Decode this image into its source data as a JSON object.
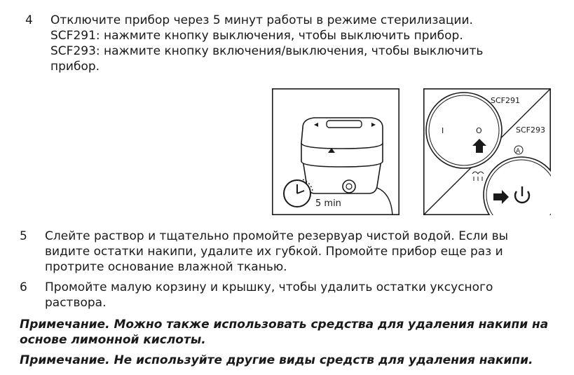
{
  "steps": [
    {
      "number": "4",
      "lines": [
        "Отключите прибор через 5 минут работы в режиме стерилизации.",
        "SCF291: нажмите кнопку выключения, чтобы выключить прибор.",
        "SCF293: нажмите кнопку включения/выключения, чтобы выключить",
        "прибор."
      ]
    },
    {
      "number": "5",
      "lines": [
        "Слейте раствор и тщательно промойте резервуар чистой водой. Если вы",
        "видите остатки накипи, удалите их губкой. Промойте прибор еще раз и",
        "протрите основание влажной тканью."
      ]
    },
    {
      "number": "6",
      "lines": [
        "Промойте малую корзину и крышку, чтобы удалить остатки уксусного",
        "раствора."
      ]
    }
  ],
  "notes": [
    {
      "lines": [
        "Примечание. Можно также использовать средства для удаления накипи на",
        "основе лимонной кислоты."
      ]
    },
    {
      "lines": [
        "Примечание. Не используйте другие виды средств для удаления накипи."
      ]
    }
  ],
  "figure_left": {
    "timer_label": "5 min"
  },
  "figure_right": {
    "model_a": "SCF291",
    "model_b": "SCF293",
    "dial_off_mark": "I",
    "dial_on_mark": "O",
    "auto_mark": "A"
  }
}
